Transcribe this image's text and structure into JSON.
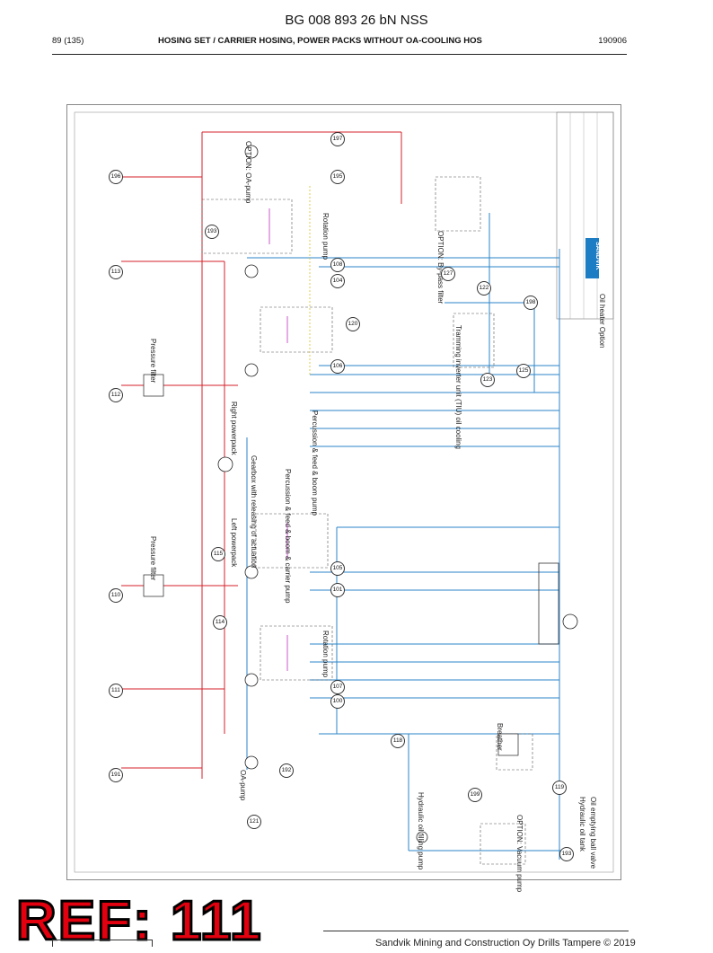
{
  "header": {
    "doc_id": "BG 008 893 26 bN NSS",
    "page": "89 (135)",
    "title": "HOSING SET / CARRIER HOSING, POWER PACKS WITHOUT OA-COOLING HOS",
    "date": "190906"
  },
  "diagram": {
    "labels": {
      "option_oa_pump": "OPTION: OA-pump",
      "rotation_pump_top": "Rotation pump",
      "pressure_filter_top": "Pressure filter",
      "right_powerpack": "Right powerpack",
      "percussion_feed_boom": "Percussion & feed & boom pump",
      "gearbox": "Gearbox with releasing of actuation",
      "percussion_feed_boom_carrier": "Percussion & feed & boom & carrier pump",
      "left_powerpack": "Left powerpack",
      "pressure_filter_bottom": "Pressure filter",
      "rotation_pump_bottom": "Rotation pump",
      "oa_pump": "OA-pump",
      "hydraulic_oil_filling_pump": "Hydraulic oil filling pump",
      "option_vacuum_pump": "OPTION: Vacuum pump",
      "hydraulic_oil_tank": "Hydraulic oil tank",
      "oil_emptying_ball_valve": "Oil emptying ball valve",
      "breather": "Breather",
      "tramming_inverter": "Tramming inverter unit (TIU) oil cooling",
      "option_bypass_filter": "OPTION: By-pass filter",
      "oil_heater_option": "Oil heater Option",
      "sandvik": "SANDVIK"
    },
    "item_numbers": [
      "196",
      "197",
      "195",
      "113",
      "193",
      "108",
      "120",
      "104",
      "112",
      "106",
      "115",
      "116",
      "110",
      "105",
      "101",
      "114",
      "111",
      "109",
      "107",
      "100",
      "192",
      "191",
      "118",
      "199",
      "121",
      "119",
      "193",
      "127",
      "122",
      "123",
      "125",
      "198"
    ]
  },
  "stamp": {
    "text": "REF: 111"
  },
  "footer": {
    "text": "Sandvik Mining and Construction Oy Drills Tampere © 2019"
  }
}
